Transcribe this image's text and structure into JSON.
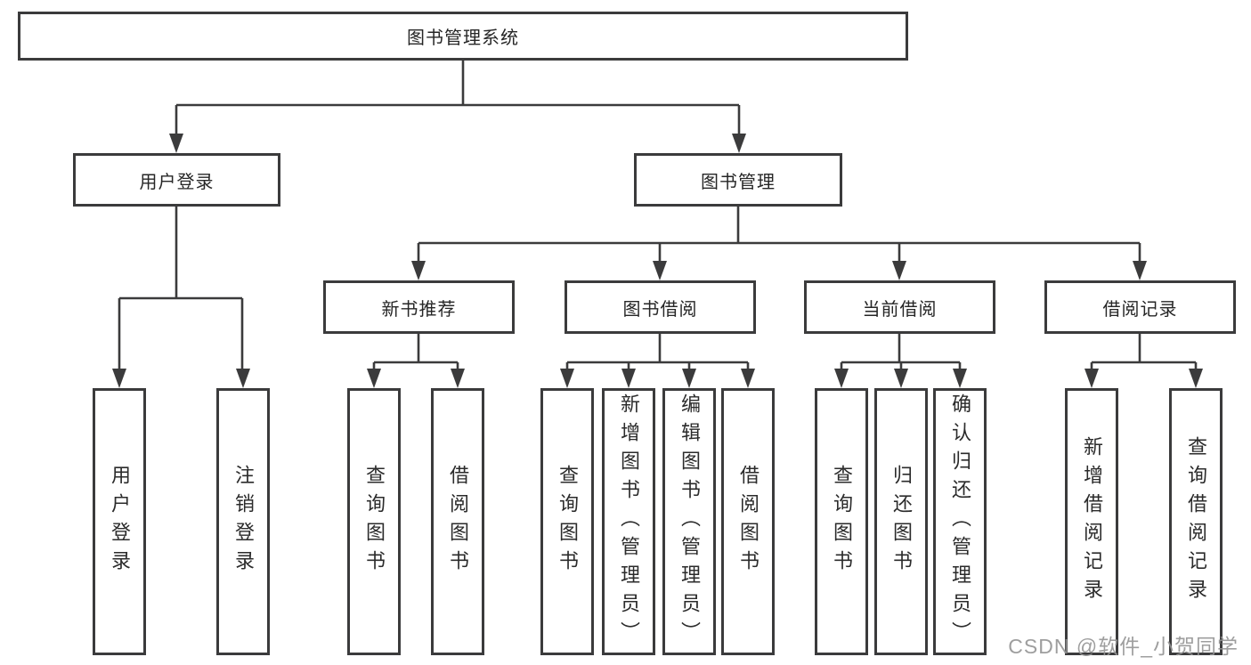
{
  "diagram": {
    "root": {
      "label": "图书管理系统"
    },
    "login_branch": {
      "label": "用户登录",
      "children": [
        {
          "label": "用户登录"
        },
        {
          "label": "注销登录"
        }
      ]
    },
    "management_branch": {
      "label": "图书管理",
      "sections": [
        {
          "label": "新书推荐",
          "children": [
            {
              "label": "查询图书"
            },
            {
              "label": "借阅图书"
            }
          ]
        },
        {
          "label": "图书借阅",
          "children": [
            {
              "label": "查询图书"
            },
            {
              "label": "新增图书（管理员）"
            },
            {
              "label": "编辑图书（管理员）"
            },
            {
              "label": "借阅图书"
            }
          ]
        },
        {
          "label": "当前借阅",
          "children": [
            {
              "label": "查询图书"
            },
            {
              "label": "归还图书"
            },
            {
              "label": "确认归还（管理员）"
            }
          ]
        },
        {
          "label": "借阅记录",
          "children": [
            {
              "label": "新增借阅记录"
            },
            {
              "label": "查询借阅记录"
            }
          ]
        }
      ]
    }
  },
  "watermark": {
    "text": "CSDN @软件_小贺同学"
  },
  "colors": {
    "line": "#3b3b3c",
    "box_border": "#3b3b3c",
    "text": "#2b2b2b",
    "watermark": "#949494",
    "background": "#ffffff"
  }
}
